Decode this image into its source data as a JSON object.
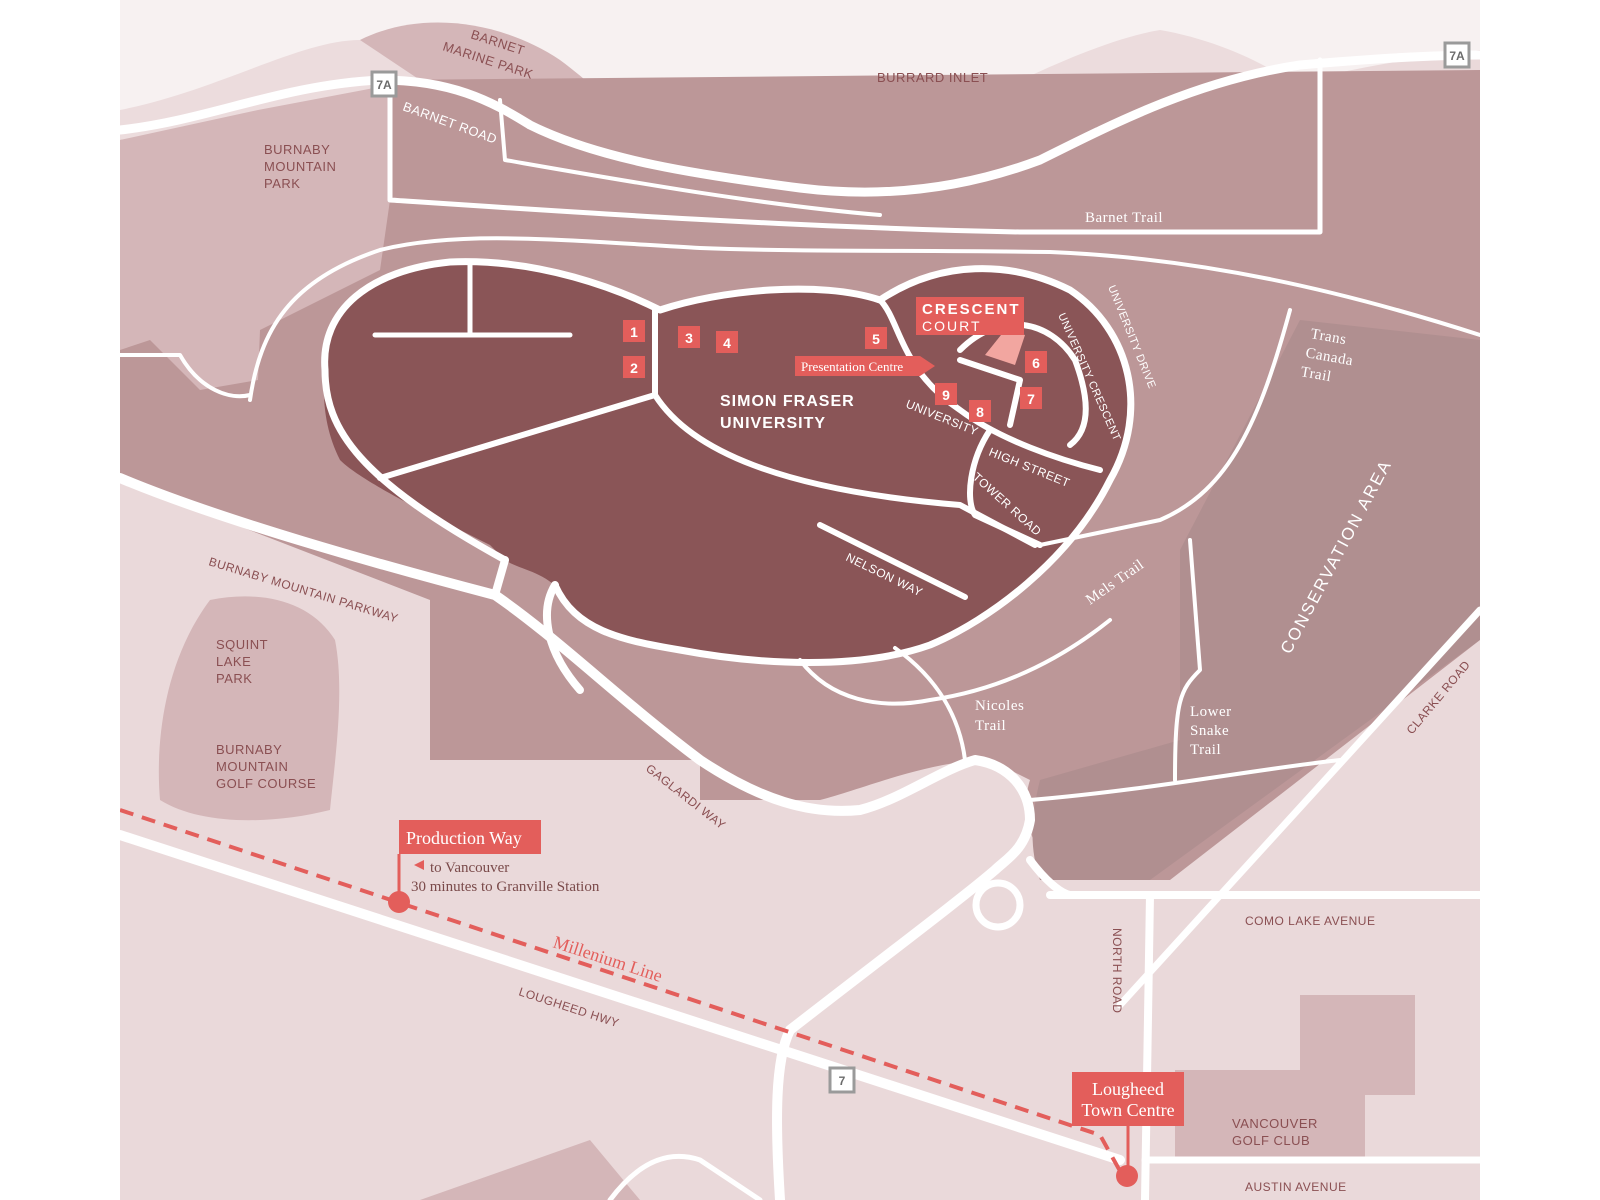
{
  "colors": {
    "water": "#f7f1f1",
    "land_light": "#ead9da",
    "land_mid": "#bc9798",
    "park": "#d4b6b8",
    "campus": "#8a5557",
    "road": "#ffffff",
    "accent": "#e35e5b",
    "label": "#8a4f52"
  },
  "places": {
    "burrard_inlet": "BURRARD INLET",
    "barnet_marine_park": [
      "BARNET",
      "MARINE PARK"
    ],
    "burnaby_mountain_park": [
      "BURNABY",
      "MOUNTAIN",
      "PARK"
    ],
    "squint_lake_park": [
      "SQUINT",
      "LAKE",
      "PARK"
    ],
    "burnaby_mountain_golf": [
      "BURNABY",
      "MOUNTAIN",
      "GOLF COURSE"
    ],
    "sfu": [
      "SIMON FRASER",
      "UNIVERSITY"
    ],
    "conservation_area": "CONSERVATION AREA",
    "vancouver_golf_club": [
      "VANCOUVER",
      "GOLF CLUB"
    ]
  },
  "roads": {
    "barnet_road": "BARNET ROAD",
    "barnet_trail": "Barnet Trail",
    "university_drive": "UNIVERSITY DRIVE",
    "university_crescent": "UNIVERSITY CRESCENT",
    "university": "UNIVERSITY",
    "high_street": "HIGH STREET",
    "tower_road": "TOWER ROAD",
    "nelson_way": "NELSON WAY",
    "mels_trail": "Mels Trail",
    "trans_canada_trail": [
      "Trans",
      "Canada",
      "Trail"
    ],
    "nicoles_trail": [
      "Nicoles",
      "Trail"
    ],
    "lower_snake_trail": [
      "Lower",
      "Snake",
      "Trail"
    ],
    "burnaby_mountain_parkway": "BURNABY MOUNTAIN PARKWAY",
    "gaglardi_way": "GAGLARDI WAY",
    "clarke_road": "CLARKE ROAD",
    "como_lake_avenue": "COMO LAKE AVENUE",
    "north_road": "NORTH ROAD",
    "lougheed_hwy": "LOUGHEED HWY",
    "austin_avenue": "AUSTIN AVENUE",
    "millenium_line": "Millenium Line"
  },
  "highway_shields": [
    "7A",
    "7A",
    "7"
  ],
  "feature": {
    "title": "CRESCENT",
    "subtitle": "COURT",
    "presentation_centre": "Presentation Centre"
  },
  "markers": [
    "1",
    "2",
    "3",
    "4",
    "5",
    "6",
    "7",
    "8",
    "9"
  ],
  "stations": {
    "production_way": "Production Way",
    "to_vancouver": "to Vancouver",
    "time_note": "30 minutes to Granville Station",
    "lougheed_line1": "Lougheed",
    "lougheed_line2": "Town Centre"
  }
}
